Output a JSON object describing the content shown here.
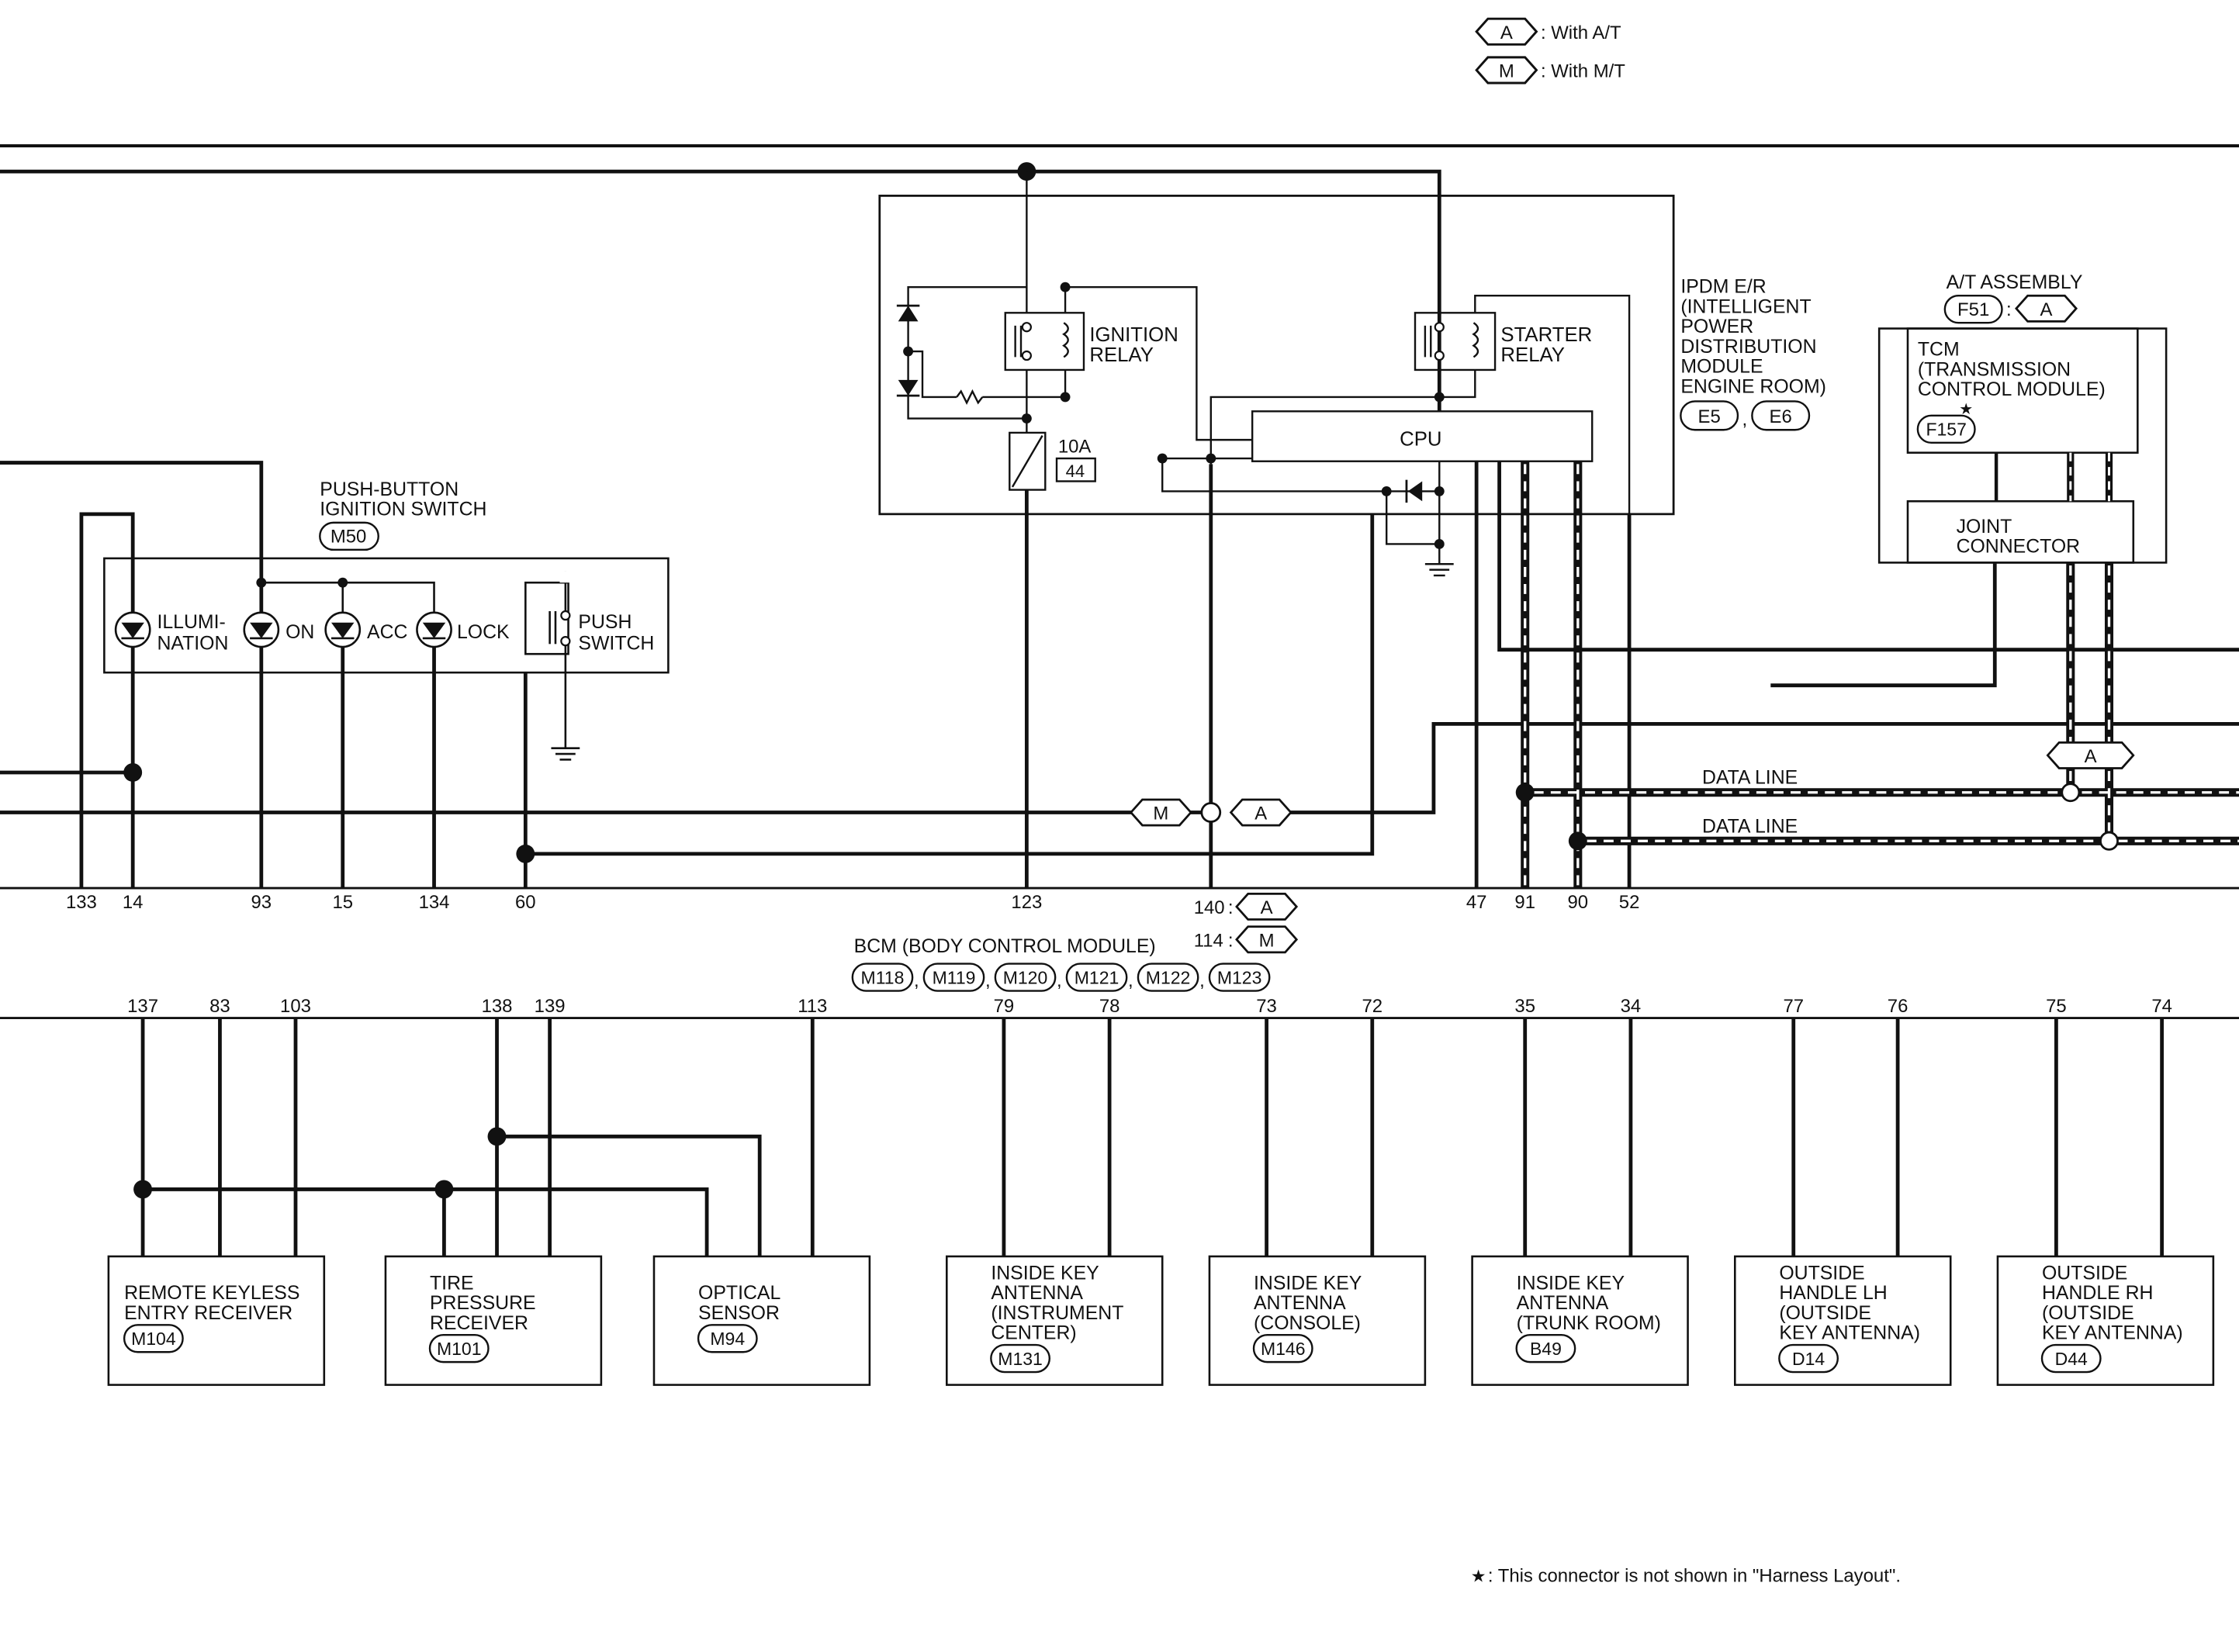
{
  "legend": {
    "at_code": "A",
    "at_text": ": With A/T",
    "mt_code": "M",
    "mt_text": ": With M/T"
  },
  "ipdm": {
    "lines": [
      "IPDM E/R",
      "(INTELLIGENT",
      "POWER",
      "DISTRIBUTION",
      "MODULE",
      "ENGINE ROOM)"
    ],
    "conn1": "E5",
    "conn2": "E6",
    "sep": ",",
    "ignition_relay": [
      "IGNITION",
      "RELAY"
    ],
    "starter_relay": [
      "STARTER",
      "RELAY"
    ],
    "cpu": "CPU",
    "fuse_amp": "10A",
    "fuse_no": "44"
  },
  "at_assembly": {
    "title": "A/T ASSEMBLY",
    "conn": "F51",
    "colon": ":",
    "code": "A",
    "tcm": [
      "TCM",
      "(TRANSMISSION",
      "CONTROL MODULE)"
    ],
    "star": "★",
    "tcm_conn": "F157",
    "joint": [
      "JOINT",
      "CONNECTOR"
    ]
  },
  "push_button": {
    "title": [
      "PUSH-BUTTON",
      "IGNITION SWITCH"
    ],
    "conn": "M50",
    "illum": [
      "ILLUMI-",
      "NATION"
    ],
    "on": "ON",
    "acc": "ACC",
    "lock": "LOCK",
    "push": [
      "PUSH",
      "SWITCH"
    ]
  },
  "data_line": "DATA LINE",
  "junction_codes": {
    "m": "M",
    "a": "A",
    "a_joint": "A"
  },
  "bcm_pins_top": [
    "133",
    "14",
    "93",
    "15",
    "134",
    "60",
    "123",
    "47",
    "91",
    "90",
    "52"
  ],
  "bcm_pin_140": "140",
  "bcm_pin_114": "114",
  "colon": ":",
  "bcm_code_a": "A",
  "bcm_code_m": "M",
  "bcm": {
    "label": "BCM (BODY CONTROL MODULE)",
    "connectors": [
      "M118",
      "M119",
      "M120",
      "M121",
      "M122",
      "M123"
    ]
  },
  "bcm_pins_bottom": [
    "137",
    "83",
    "103",
    "138",
    "139",
    "113",
    "79",
    "78",
    "73",
    "72",
    "35",
    "34",
    "77",
    "76",
    "75",
    "74"
  ],
  "components": [
    {
      "lines": [
        "REMOTE KEYLESS",
        "ENTRY RECEIVER"
      ],
      "conn": "M104"
    },
    {
      "lines": [
        "TIRE",
        "PRESSURE",
        "RECEIVER"
      ],
      "conn": "M101"
    },
    {
      "lines": [
        "OPTICAL",
        "SENSOR"
      ],
      "conn": "M94"
    },
    {
      "lines": [
        "INSIDE KEY",
        "ANTENNA",
        "(INSTRUMENT",
        "CENTER)"
      ],
      "conn": "M131"
    },
    {
      "lines": [
        "INSIDE KEY",
        "ANTENNA",
        "(CONSOLE)"
      ],
      "conn": "M146"
    },
    {
      "lines": [
        "INSIDE KEY",
        "ANTENNA",
        "(TRUNK ROOM)"
      ],
      "conn": "B49"
    },
    {
      "lines": [
        "OUTSIDE",
        "HANDLE LH",
        "(OUTSIDE",
        "KEY ANTENNA)"
      ],
      "conn": "D14"
    },
    {
      "lines": [
        "OUTSIDE",
        "HANDLE RH",
        "(OUTSIDE",
        "KEY ANTENNA)"
      ],
      "conn": "D44"
    }
  ],
  "footnote": {
    "star": "★",
    "text": ": This connector is not shown in \"Harness Layout\"."
  }
}
